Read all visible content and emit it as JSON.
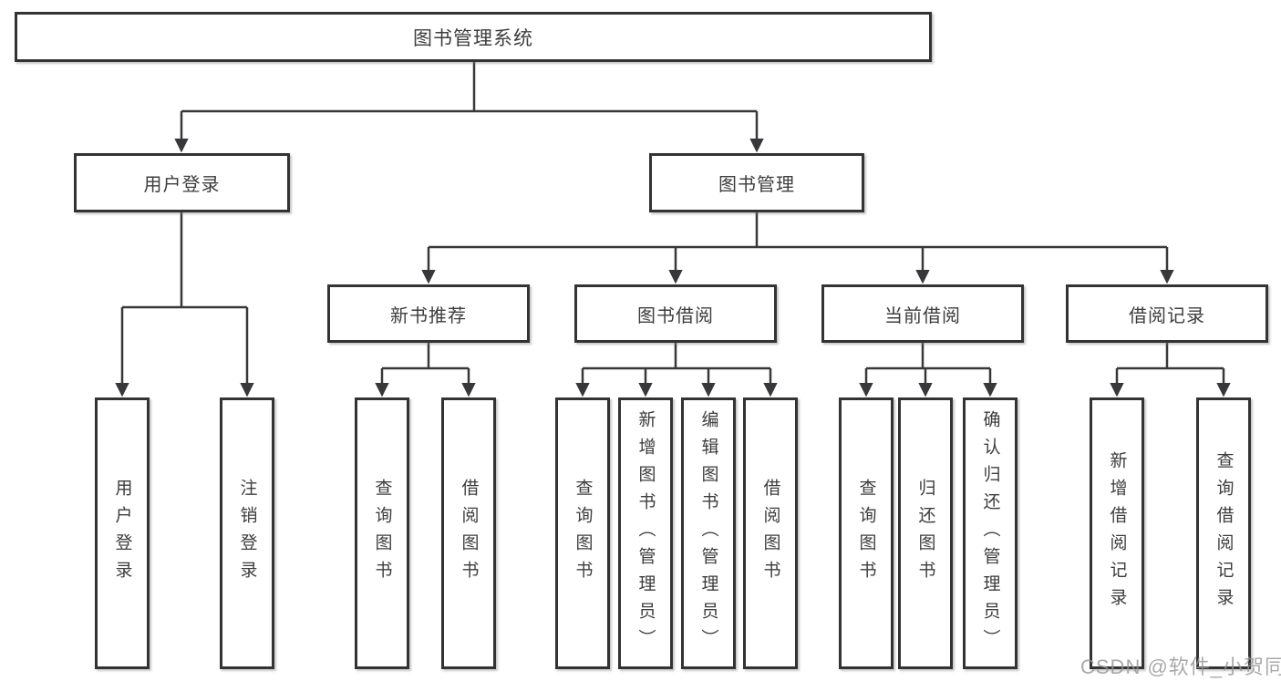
{
  "diagram": {
    "root": {
      "label": "图书管理系统"
    },
    "level2": [
      {
        "key": "user-login",
        "label": "用户登录"
      },
      {
        "key": "book-management",
        "label": "图书管理"
      }
    ],
    "level3": [
      {
        "key": "new-book-recommendation",
        "label": "新书推荐"
      },
      {
        "key": "book-borrowing",
        "label": "图书借阅"
      },
      {
        "key": "current-borrowing",
        "label": "当前借阅"
      },
      {
        "key": "borrowing-records",
        "label": "借阅记录"
      }
    ],
    "level4": {
      "user_login": [
        {
          "label": "用户登录"
        },
        {
          "label": "注销登录"
        }
      ],
      "new_book_recommendation": [
        {
          "label": "查询图书"
        },
        {
          "label": "借阅图书"
        }
      ],
      "book_borrowing": [
        {
          "label": "查询图书"
        },
        {
          "label": "新增图书（管理员）"
        },
        {
          "label": "编辑图书（管理员）"
        },
        {
          "label": "借阅图书"
        }
      ],
      "current_borrowing": [
        {
          "label": "查询图书"
        },
        {
          "label": "归还图书"
        },
        {
          "label": "确认归还（管理员）"
        }
      ],
      "borrowing_records": [
        {
          "label": "新增借阅记录"
        },
        {
          "label": "查询借阅记录"
        }
      ]
    },
    "watermark": "CSDN @软件_小贺同学",
    "colors": {
      "line": "#38383a",
      "border": "#333333",
      "text": "#3d3d3d",
      "watermark": "#949494",
      "background": "#ffffff"
    }
  }
}
